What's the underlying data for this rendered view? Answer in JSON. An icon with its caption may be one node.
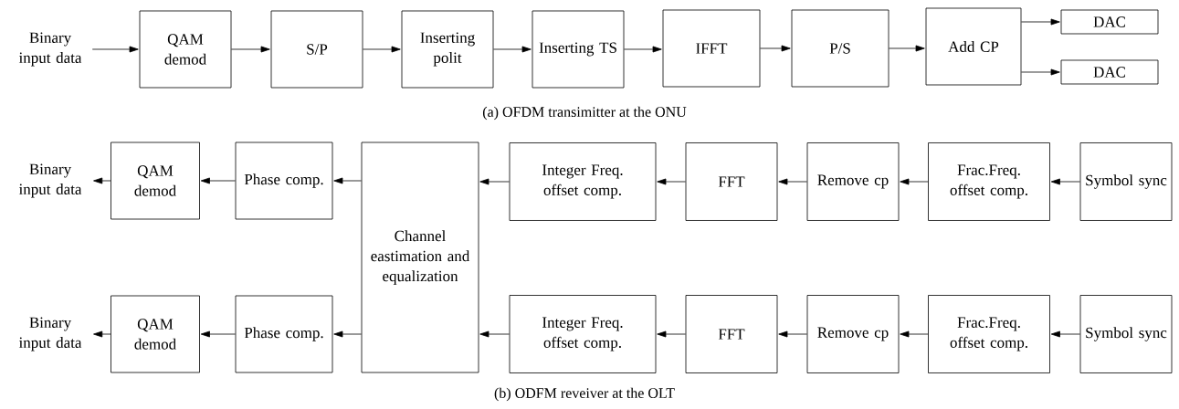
{
  "diagram": {
    "nodes": [
      {
        "text": [
          "Binary input data"
        ]
      },
      {
        "text": [
          "QAM demod"
        ]
      },
      {
        "text": [
          "S/P"
        ]
      },
      {
        "text": [
          "Inserting polit"
        ]
      },
      {
        "text": [
          "Inserting TS"
        ]
      },
      {
        "text": [
          "IFFT"
        ]
      },
      {
        "text": [
          "P/S"
        ]
      },
      {
        "text": [
          "Add CP"
        ]
      },
      {
        "text": [
          "DAC"
        ]
      },
      {
        "text": [
          "DAC"
        ]
      },
      {
        "text": [
          "Binary input data"
        ]
      },
      {
        "text": [
          "QAM demod"
        ]
      },
      {
        "text": [
          "Phase comp."
        ]
      },
      {
        "text": [
          "Channel eastimation and equalization"
        ]
      },
      {
        "text": [
          "Integer Freq. offset comp."
        ]
      },
      {
        "text": [
          "FFT"
        ]
      },
      {
        "text": [
          "Remove cp"
        ]
      },
      {
        "text": [
          "Frac.Freq. offset comp."
        ]
      },
      {
        "text": [
          "Symbol sync"
        ]
      },
      {
        "text": [
          "Binary input data"
        ]
      },
      {
        "text": [
          "QAM demod"
        ]
      },
      {
        "text": [
          "Phase comp."
        ]
      },
      {
        "text": [
          "Integer Freq. offset comp."
        ]
      },
      {
        "text": [
          "FFT"
        ]
      },
      {
        "text": [
          "Remove cp"
        ]
      },
      {
        "text": [
          "Frac.Freq. offset comp."
        ]
      },
      {
        "text": [
          "Symbol sync"
        ]
      }
    ],
    "edges": [
      {
        "from": 0,
        "to": 1,
        "arrow": "to"
      },
      {
        "from": 1,
        "to": 2,
        "arrow": "to"
      },
      {
        "from": 2,
        "to": 3,
        "arrow": "to"
      },
      {
        "from": 3,
        "to": 4,
        "arrow": "to"
      },
      {
        "from": 4,
        "to": 5,
        "arrow": "to"
      },
      {
        "from": 5,
        "to": 6,
        "arrow": "to"
      },
      {
        "from": 6,
        "to": 7,
        "arrow": "to"
      },
      {
        "from": 7,
        "to": 8,
        "arrow": "to"
      },
      {
        "from": 7,
        "to": 9,
        "arrow": "to"
      },
      {
        "from": 18,
        "to": 17,
        "arrow": "to"
      },
      {
        "from": 17,
        "to": 16,
        "arrow": "to"
      },
      {
        "from": 16,
        "to": 15,
        "arrow": "to"
      },
      {
        "from": 15,
        "to": 14,
        "arrow": "to"
      },
      {
        "from": 14,
        "to": 13,
        "arrow": "to"
      },
      {
        "from": 13,
        "to": 12,
        "arrow": "to"
      },
      {
        "from": 12,
        "to": 11,
        "arrow": "to"
      },
      {
        "from": 11,
        "to": 10,
        "arrow": "to"
      },
      {
        "from": 26,
        "to": 25,
        "arrow": "to"
      },
      {
        "from": 25,
        "to": 24,
        "arrow": "to"
      },
      {
        "from": 24,
        "to": 23,
        "arrow": "to"
      },
      {
        "from": 23,
        "to": 22,
        "arrow": "to"
      },
      {
        "from": 22,
        "to": 13,
        "arrow": "to"
      },
      {
        "from": 13,
        "to": 21,
        "arrow": "to"
      },
      {
        "from": 21,
        "to": 20,
        "arrow": "to"
      },
      {
        "from": 20,
        "to": 19,
        "arrow": "to"
      }
    ],
    "labels": [
      "(a) OFDM transimitter at the ONU",
      "(b) ODFM reveiver at the OLT"
    ]
  }
}
